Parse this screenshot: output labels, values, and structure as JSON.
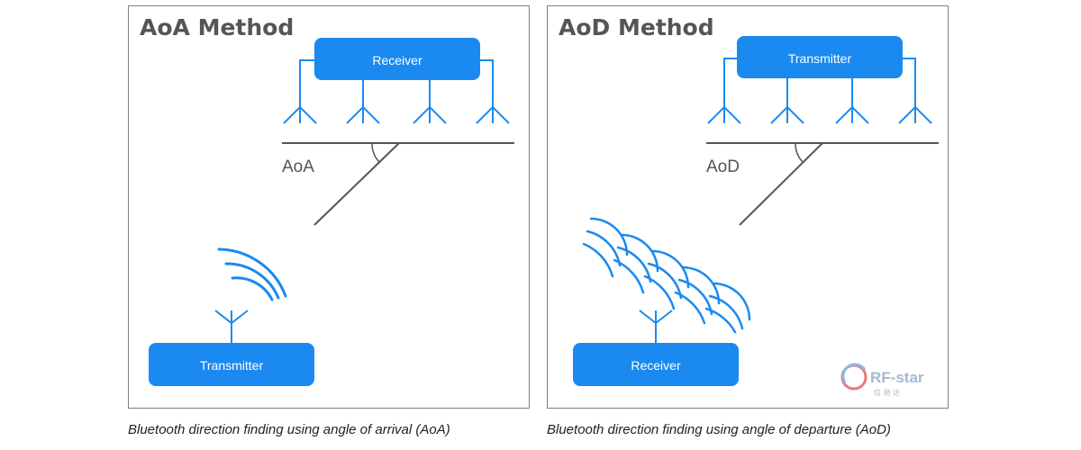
{
  "aoa": {
    "title": "AoA Method",
    "top_box_label": "Receiver",
    "angle_label": "AoA",
    "bottom_box_label": "Transmitter",
    "caption": "Bluetooth direction finding using angle of arrival (AoA)"
  },
  "aod": {
    "title": "AoD Method",
    "top_box_label": "Transmitter",
    "angle_label": "AoD",
    "bottom_box_label": "Receiver",
    "caption": "Bluetooth direction finding using angle of departure (AoD)"
  },
  "logo": {
    "text": "RF-star",
    "subtext": "信 驰 达"
  },
  "colors": {
    "box": "#1a8af0",
    "wave": "#1a8af0",
    "line": "#555555",
    "border": "#7f7f7f"
  }
}
